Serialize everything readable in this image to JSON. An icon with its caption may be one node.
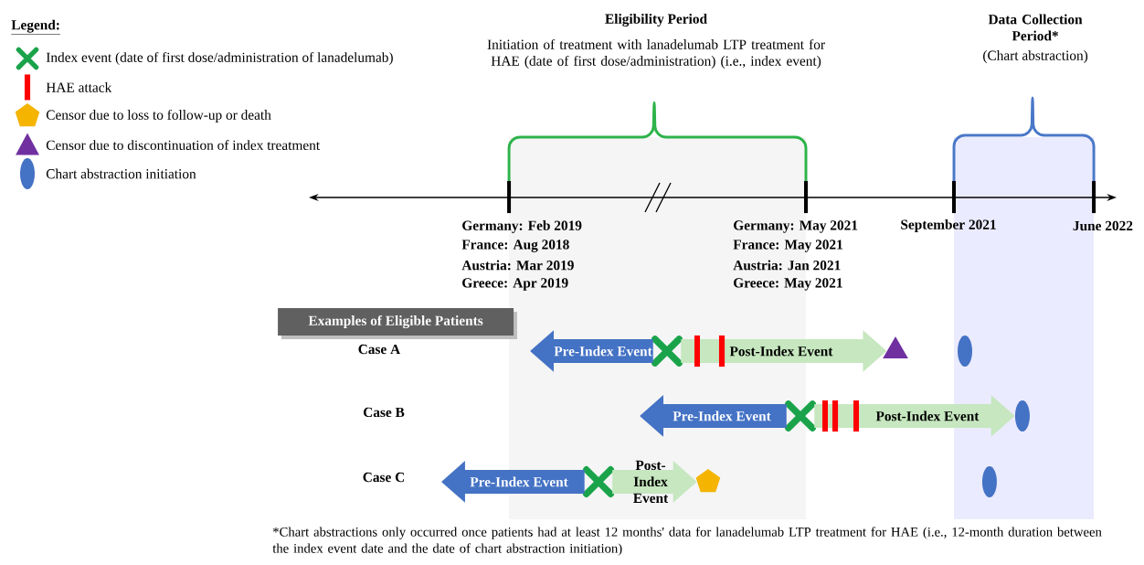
{
  "diagram": {
    "caption": "*Chart abstractions only occurred once patients had at least 12 months' data for lanadelumab LTP treatment for HAE (i.e., 12-month duration between the index event date and the date of chart abstraction initiation)",
    "nodes": [
      {
        "text": [
          "Examples of Eligible Patients"
        ]
      },
      {
        "text": [],
        "shape": "cross"
      },
      {
        "text": [],
        "shape": "triangle"
      },
      {
        "text": [],
        "shape": "ellipse"
      },
      {
        "text": [],
        "shape": "cross"
      },
      {
        "text": [],
        "shape": "ellipse"
      },
      {
        "text": [],
        "shape": "cross"
      },
      {
        "text": [],
        "shape": "pentagon"
      },
      {
        "text": [],
        "shape": "ellipse"
      }
    ],
    "edges": [
      {
        "from": 1,
        "to": null,
        "arrow": "to",
        "label": "Pre-Index Event",
        "color": "#4472c4"
      },
      {
        "from": 1,
        "to": 2,
        "arrow": "to",
        "label": "Post-Index Event",
        "color": "#c6e7bf"
      },
      {
        "from": 4,
        "to": null,
        "arrow": "to",
        "label": "Pre-Index Event",
        "color": "#4472c4"
      },
      {
        "from": 4,
        "to": 5,
        "arrow": "to",
        "label": "Post-Index Event",
        "color": "#c6e7bf"
      },
      {
        "from": 6,
        "to": null,
        "arrow": "to",
        "label": "Pre-Index Event",
        "color": "#4472c4"
      },
      {
        "from": 6,
        "to": 7,
        "arrow": "to",
        "label": "Post-Index Event",
        "color": "#c6e7bf"
      }
    ],
    "labels": [
      "Legend:",
      "Eligibility Period",
      "Initiation of treatment with lanadelumab LTP treatment for HAE (date of first dose/administration) (i.e., index event)",
      "Data Collection Period*",
      "(Chart abstraction)",
      "Germany: Feb 2019",
      "France: Aug 2018",
      "Austria: Mar 2019",
      "Greece: Apr 2019",
      "Germany: May 2021",
      "France: May 2021",
      "Austria: Jan 2021",
      "Greece: May 2021",
      "September 2021",
      "June 2022",
      "Case A",
      "Case B",
      "Case C"
    ],
    "legend": [
      {
        "text": "Index event (date of first dose/administration of lanadelumab)"
      },
      {
        "text": "HAE attack"
      },
      {
        "text": "Censor due to loss to follow-up or death"
      },
      {
        "text": "Censor due to discontinuation of index treatment"
      },
      {
        "text": "Chart abstraction initiation"
      }
    ]
  }
}
